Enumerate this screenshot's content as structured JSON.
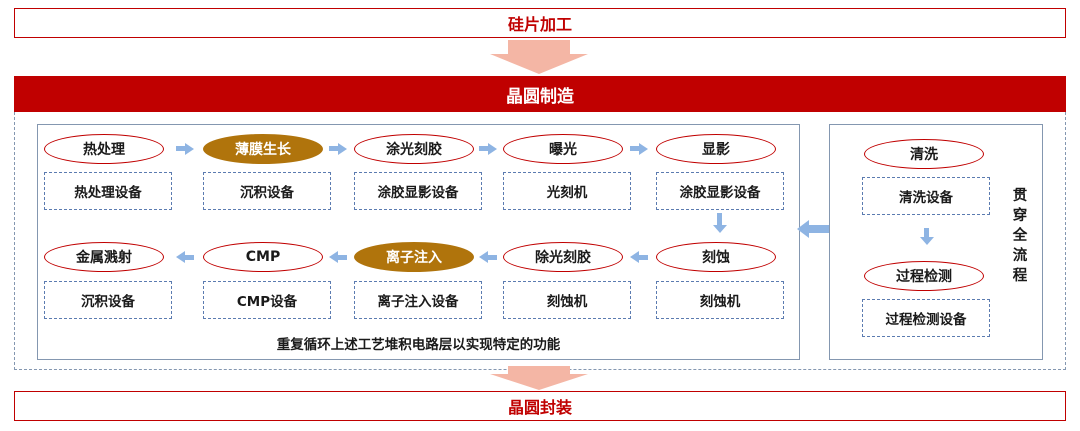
{
  "stages": {
    "top": "硅片加工",
    "middle": "晶圆制造",
    "bottom": "晶圆封装"
  },
  "row1": [
    {
      "step": "热处理",
      "equipment": "热处理设备",
      "highlight": false
    },
    {
      "step": "薄膜生长",
      "equipment": "沉积设备",
      "highlight": true
    },
    {
      "step": "涂光刻胶",
      "equipment": "涂胶显影设备",
      "highlight": false
    },
    {
      "step": "曝光",
      "equipment": "光刻机",
      "highlight": false
    },
    {
      "step": "显影",
      "equipment": "涂胶显影设备",
      "highlight": false
    }
  ],
  "row2": [
    {
      "step": "金属溅射",
      "equipment": "沉积设备",
      "highlight": false
    },
    {
      "step": "CMP",
      "equipment": "CMP设备",
      "highlight": false
    },
    {
      "step": "离子注入",
      "equipment": "离子注入设备",
      "highlight": true
    },
    {
      "step": "除光刻胶",
      "equipment": "刻蚀机",
      "highlight": false
    },
    {
      "step": "刻蚀",
      "equipment": "刻蚀机",
      "highlight": false
    }
  ],
  "side": {
    "steps": [
      {
        "step": "清洗",
        "equipment": "清洗设备"
      },
      {
        "step": "过程检测",
        "equipment": "过程检测设备"
      }
    ],
    "note": "贯穿全流程"
  },
  "caption": "重复循环上述工艺堆积电路层以实现特定的功能",
  "colors": {
    "accent": "#c00000",
    "highlight": "#b0740c",
    "arrow": "#8eb4e3",
    "border": "#8497b0"
  }
}
